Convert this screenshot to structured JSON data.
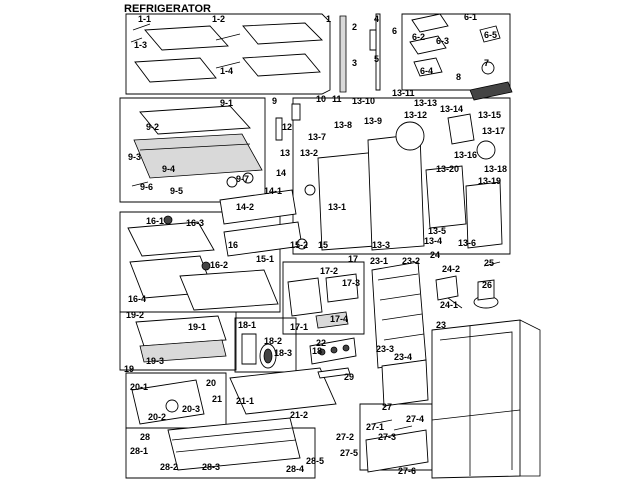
{
  "title": "REFRIGERATOR",
  "labels": [
    "1-1",
    "1-2",
    "1-3",
    "1-4",
    "1",
    "2",
    "3",
    "4",
    "5",
    "6",
    "6-1",
    "6-2",
    "6-3",
    "6-4",
    "6-5",
    "7",
    "8",
    "9",
    "9-1",
    "9-2",
    "9-3",
    "9-4",
    "9-5",
    "9-6",
    "9-7",
    "10",
    "11",
    "12",
    "13",
    "13-1",
    "13-2",
    "13-3",
    "13-4",
    "13-5",
    "13-6",
    "13-7",
    "13-8",
    "13-9",
    "13-10",
    "13-11",
    "13-12",
    "13-13",
    "13-14",
    "13-15",
    "13-16",
    "13-17",
    "13-18",
    "13-19",
    "13-20",
    "14",
    "14-1",
    "14-2",
    "15",
    "15-1",
    "15-2",
    "16",
    "16-1",
    "16-2",
    "16-3",
    "16-4",
    "17",
    "17-1",
    "17-2",
    "17-3",
    "17-4",
    "18",
    "18-1",
    "18-2",
    "18-3",
    "19",
    "19-1",
    "19-2",
    "19-3",
    "20",
    "20-1",
    "20-2",
    "20-3",
    "21",
    "21-1",
    "21-2",
    "22",
    "23",
    "23-1",
    "23-2",
    "23-3",
    "23-4",
    "24",
    "24-1",
    "24-2",
    "25",
    "26",
    "27",
    "27-1",
    "27-2",
    "27-3",
    "27-4",
    "27-5",
    "27-6",
    "28",
    "28-1",
    "28-2",
    "28-3",
    "28-4",
    "28-5",
    "29"
  ]
}
